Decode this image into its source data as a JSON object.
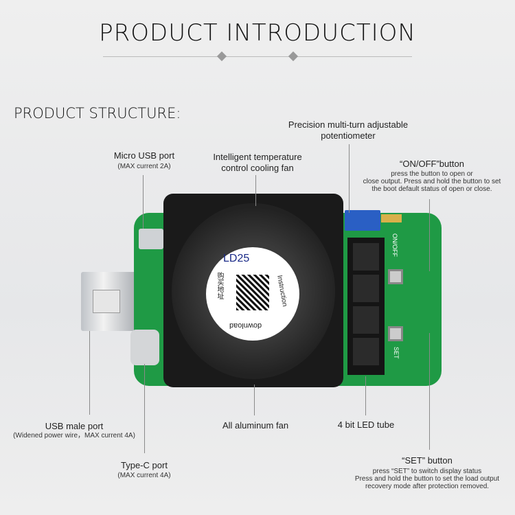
{
  "header": {
    "title": "PRODUCT INTRODUCTION",
    "section": "PRODUCT STRUCTURE:"
  },
  "device": {
    "sticker_model": "LD25",
    "sticker_right": "Instruction",
    "sticker_bottom": "download",
    "sticker_left": "购买地址"
  },
  "callouts": {
    "micro_usb": {
      "title": "Micro USB port",
      "sub": "(MAX current 2A)"
    },
    "fan": {
      "line1": "Intelligent temperature",
      "line2": "control cooling fan"
    },
    "potentiometer": {
      "line1": "Precision multi-turn adjustable",
      "line2": "potentiometer"
    },
    "on_off": {
      "title": "“ON/OFF”button",
      "sub1": "press the button to open or",
      "sub2": "close output. Press and hold the button to set",
      "sub3": "the boot default  status of open or close."
    },
    "usb_male": {
      "title": "USB male port",
      "sub": "(Widened power wire，MAX current 4A)"
    },
    "aluminum_fan": {
      "title": "All aluminum fan"
    },
    "led": {
      "title": "4 bit LED tube"
    },
    "type_c": {
      "title": "Type-C port",
      "sub": "(MAX current 4A)"
    },
    "set": {
      "title": "“SET” button",
      "sub1": "press “SET” to switch display status",
      "sub2": "Press and hold the button to set the load output",
      "sub3": "recovery mode after protection removed."
    }
  },
  "board_labels": {
    "on_off": "ON/OFF",
    "set": "SET"
  },
  "colors": {
    "pcb": "#1f9a45",
    "fan": "#1a1a1a",
    "pot": "#2a5fc4",
    "led_off": "#2b2b2b"
  }
}
